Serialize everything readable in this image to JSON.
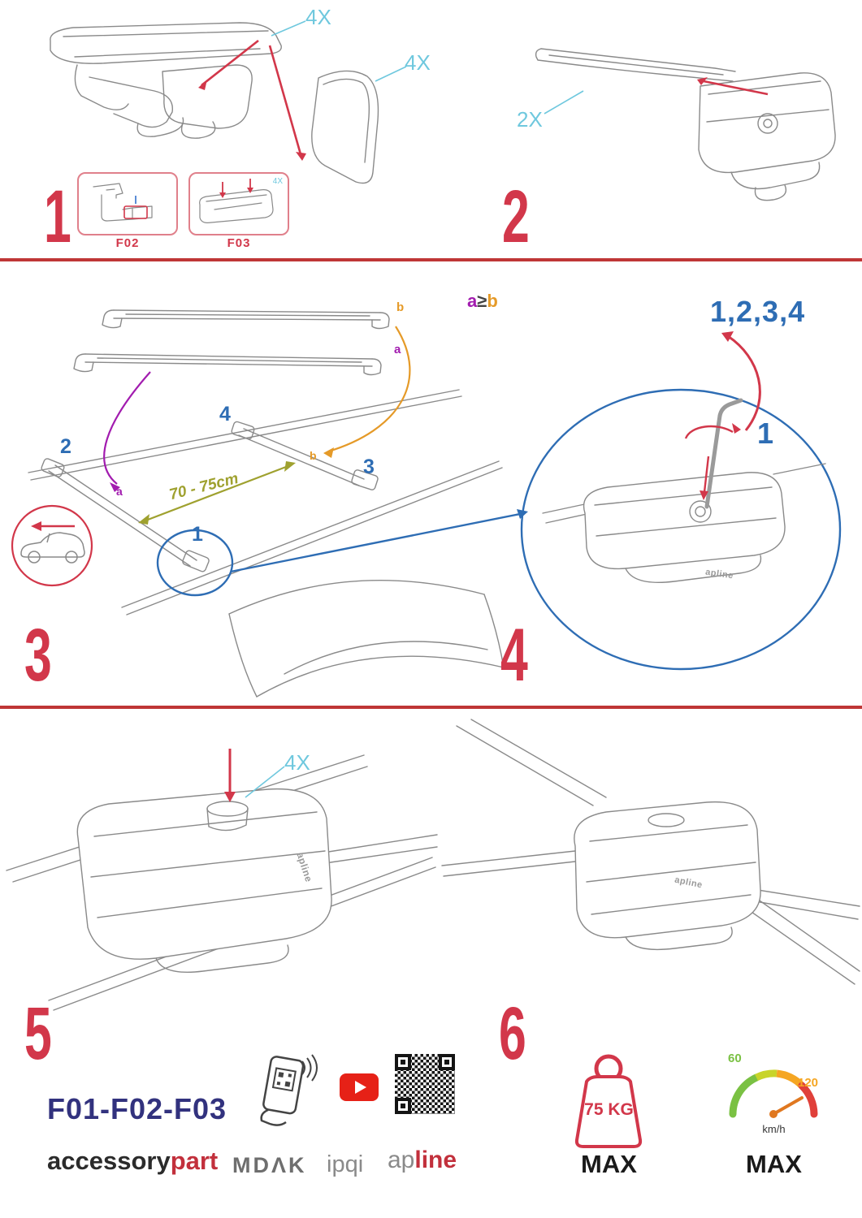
{
  "colors": {
    "step_number_red": "#d2374a",
    "divider_red": "#bf3636",
    "quantity_cyan": "#6fc8de",
    "callout_blue": "#2e6db4",
    "label_purple": "#a21caf",
    "label_orange": "#e59a28",
    "distance_olive": "#9fa12f",
    "model_navy": "#32327e",
    "youtube_red": "#e62117"
  },
  "brand_on_part": "apline",
  "step1": {
    "number": "1",
    "qty_top": "4X",
    "qty_side": "4X",
    "inset1_label": "F02",
    "inset2_label": "F03",
    "inset2_qty": "4X"
  },
  "step2": {
    "number": "2",
    "qty": "2X"
  },
  "step3": {
    "number": "3",
    "bar_label_b": "b",
    "bar_label_a": "a",
    "formula_a": "a",
    "formula_op": "≥",
    "formula_b": "b",
    "pos_2": "2",
    "pos_4": "4",
    "pos_3": "3",
    "pos_1": "1",
    "roof_label_a": "a",
    "roof_label_b": "b",
    "distance": "70 - 75cm"
  },
  "step4": {
    "number": "4",
    "sequence": "1,2,3,4",
    "callout": "1"
  },
  "step5": {
    "number": "5",
    "qty": "4X"
  },
  "step6": {
    "number": "6"
  },
  "footer": {
    "model": "F01-F02-F03",
    "brand_accessory": "accessory",
    "brand_part": "part",
    "brand_mdak": "MDΛK",
    "brand_ipqi": "ipqi",
    "brand_ap": "ap",
    "brand_line": "line",
    "weight_value": "75 KG",
    "weight_max": "MAX",
    "speed_low": "60",
    "speed_high": "120",
    "speed_unit": "km/h",
    "speed_max": "MAX"
  }
}
